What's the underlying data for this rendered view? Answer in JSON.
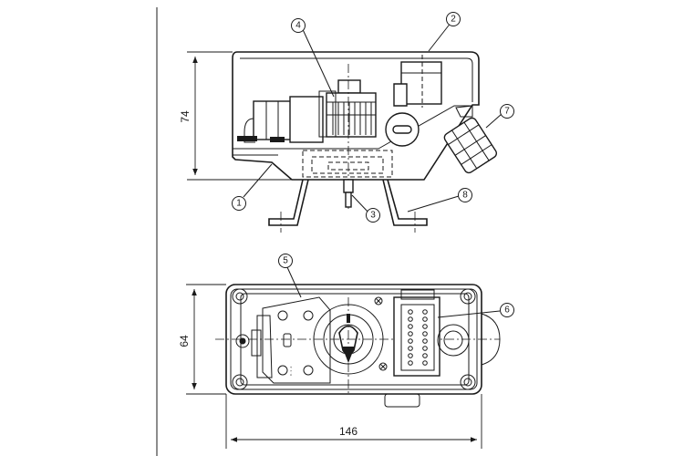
{
  "drawing": {
    "dimensions": {
      "height_side": "74",
      "height_top": "64",
      "width_top": "146"
    },
    "callouts": [
      "1",
      "2",
      "3",
      "4",
      "5",
      "6",
      "7",
      "8"
    ],
    "colors": {
      "line": "#1a1a1a",
      "paper": "#ffffff"
    }
  }
}
